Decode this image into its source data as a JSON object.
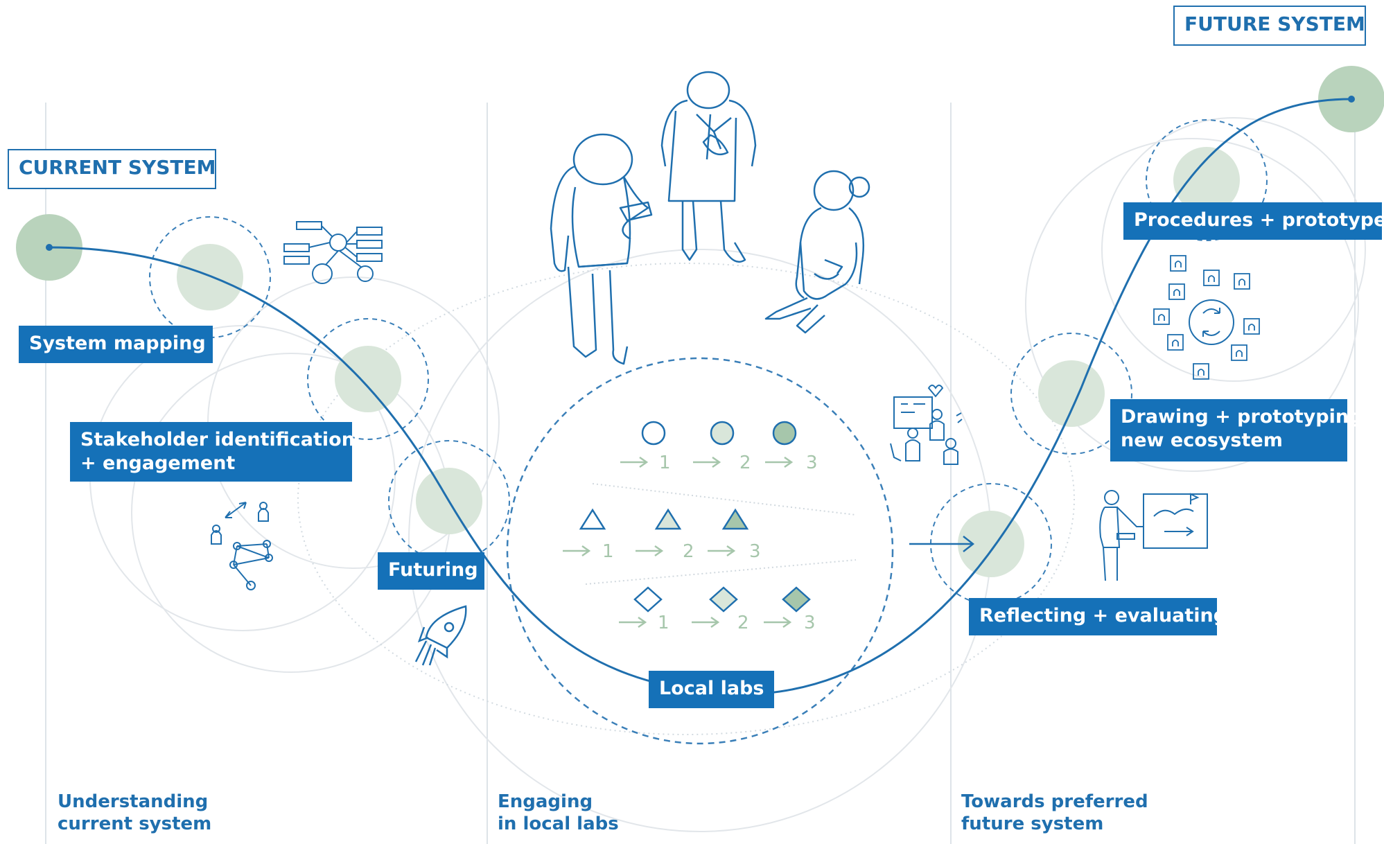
{
  "system_labels": {
    "current": "CURRENT SYSTEM",
    "future": "FUTURE SYSTEM"
  },
  "stages": {
    "system_mapping": "System mapping",
    "stakeholder_line1": "Stakeholder identification",
    "stakeholder_line2": "+ engagement",
    "futuring": "Futuring",
    "local_labs": "Local labs",
    "reflecting": "Reflecting + evaluating",
    "drawing_line1": "Drawing + prototyping",
    "drawing_line2": "new ecosystem",
    "procedures": "Procedures + prototypes"
  },
  "phases": [
    {
      "line1": "Understanding",
      "line2": "current system"
    },
    {
      "line1": "Engaging",
      "line2": "in local labs"
    },
    {
      "line1": "Towards preferred",
      "line2": "future system"
    }
  ],
  "lab_rows": [
    {
      "shape": "circle",
      "steps": [
        "1",
        "2",
        "3"
      ]
    },
    {
      "shape": "triangle",
      "steps": [
        "1",
        "2",
        "3"
      ]
    },
    {
      "shape": "diamond",
      "steps": [
        "1",
        "2",
        "3"
      ]
    }
  ],
  "icons": [
    "system-map-icon",
    "stakeholder-network-icon",
    "rocket-icon",
    "people-group-illustration",
    "workshop-icon",
    "presenter-icon",
    "prototype-cycle-icon"
  ],
  "colors": {
    "blue": "#1571b8",
    "line": "#1f6fae",
    "green": "#b9d3bc",
    "light_green": "#d9e6da",
    "step_green": "#a6c6ab"
  }
}
